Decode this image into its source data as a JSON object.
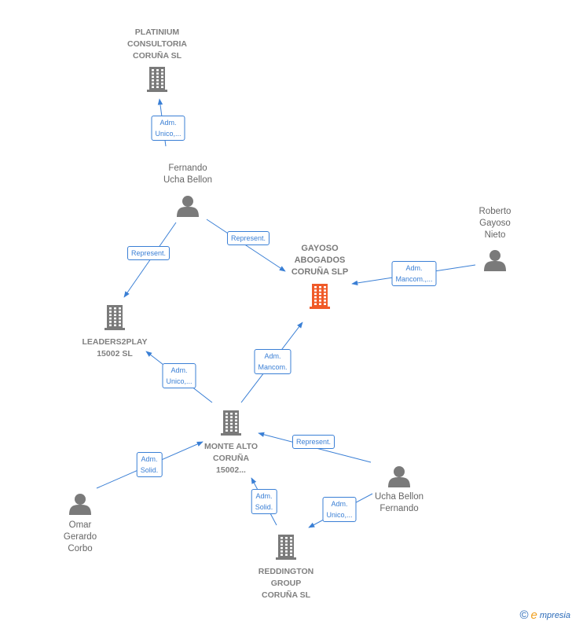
{
  "colors": {
    "edge": "#3a7fd5",
    "company_icon": "#7a7a7a",
    "focus_icon": "#f05a28",
    "person_icon": "#7a7a7a"
  },
  "nodes": [
    {
      "id": "platinium",
      "kind": "company",
      "label": "PLATINIUM\nCONSULTORIA\nCORUÑA  SL"
    },
    {
      "id": "fernando",
      "kind": "person",
      "label": "Fernando\nUcha Bellon"
    },
    {
      "id": "gayoso",
      "kind": "focus",
      "label": "GAYOSO\nABOGADOS\nCORUÑA  SLP"
    },
    {
      "id": "roberto",
      "kind": "person",
      "label": "Roberto\nGayoso\nNieto"
    },
    {
      "id": "leaders",
      "kind": "company",
      "label": "LEADERS2PLAY\n15002  SL"
    },
    {
      "id": "montealto",
      "kind": "company",
      "label": "MONTE ALTO\nCORUÑA\n15002..."
    },
    {
      "id": "omar",
      "kind": "person",
      "label": "Omar\nGerardo\nCorbo"
    },
    {
      "id": "uchabellon",
      "kind": "person",
      "label": "Ucha Bellon\nFernando"
    },
    {
      "id": "reddington",
      "kind": "company",
      "label": "REDDINGTON\nGROUP\nCORUÑA  SL"
    }
  ],
  "edges": [
    {
      "from": "fernando",
      "to": "platinium",
      "label": "Adm.\nUnico,..."
    },
    {
      "from": "fernando",
      "to": "leaders",
      "label": "Represent."
    },
    {
      "from": "fernando",
      "to": "gayoso",
      "label": "Represent."
    },
    {
      "from": "roberto",
      "to": "gayoso",
      "label": "Adm.\nMancom.,..."
    },
    {
      "from": "montealto",
      "to": "leaders",
      "label": "Adm.\nUnico,..."
    },
    {
      "from": "montealto",
      "to": "gayoso",
      "label": "Adm.\nMancom."
    },
    {
      "from": "omar",
      "to": "montealto",
      "label": "Adm.\nSolid."
    },
    {
      "from": "uchabellon",
      "to": "montealto",
      "label": "Represent."
    },
    {
      "from": "reddington",
      "to": "montealto",
      "label": "Adm.\nSolid."
    },
    {
      "from": "uchabellon",
      "to": "reddington",
      "label": "Adm.\nUnico,..."
    }
  ],
  "footer": {
    "copyright_symbol": "©",
    "brand_initial": "e",
    "brand_rest": "mpresia"
  }
}
